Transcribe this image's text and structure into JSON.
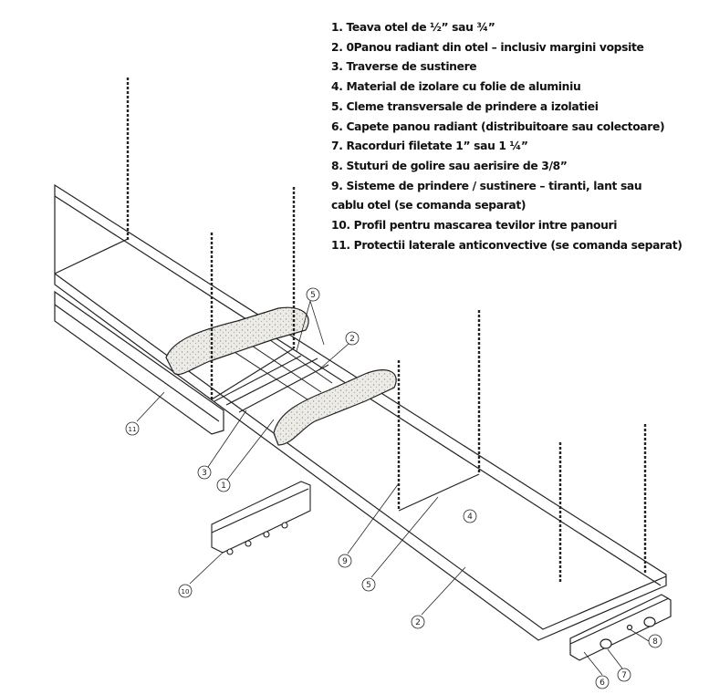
{
  "legend": {
    "items": [
      "1. Teava otel de ½” sau ¾”",
      "2. 0Panou radiant din otel – inclusiv margini vopsite",
      "3. Traverse de sustinere",
      "4. Material de izolare cu folie de aluminiu",
      "5. Cleme transversale de prindere a izolatiei",
      "6. Capete panou radiant (distribuitoare sau colectoare)",
      "7. Racorduri filetate 1” sau 1 ¼”",
      "8. Stuturi de golire sau aerisire de 3/8”",
      "9. Sisteme de prindere / sustinere – tiranti, lant sau",
      "cablu otel (se comanda separat)",
      "10. Profil pentru mascarea tevilor intre panouri",
      "11. Protectii laterale anticonvective (se comanda separat)"
    ]
  },
  "callouts": {
    "c5a": "5",
    "c2a": "2",
    "c11": "11",
    "c3": "3",
    "c1": "1",
    "c4": "4",
    "c9": "9",
    "c5b": "5",
    "c2b": "2",
    "c10": "10",
    "c8": "8",
    "c7": "7",
    "c6": "6"
  },
  "colors": {
    "line": "#222222",
    "insulation": "#e6e6e2",
    "panel": "#ffffff"
  }
}
